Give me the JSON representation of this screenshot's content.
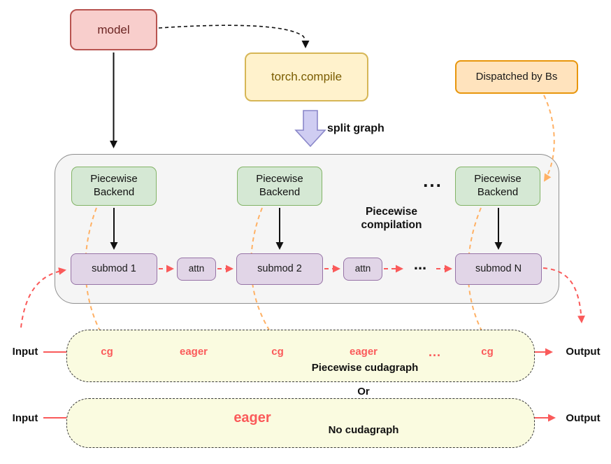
{
  "flow": {
    "model": "model",
    "torch_compile": "torch.compile",
    "split_graph_label": "split graph",
    "dispatched_label": "Dispatched by Bs",
    "backends": [
      "Piecewise Backend",
      "Piecewise Backend",
      "Piecewise Backend"
    ],
    "backend_ellipsis": "...",
    "compilation_label": "Piecewise compilation",
    "submods": [
      "submod 1",
      "submod 2",
      "submod N"
    ],
    "attn": [
      "attn",
      "attn"
    ],
    "submod_ellipsis": "..."
  },
  "piecewise_cudagraph": {
    "input": "Input",
    "output": "Output",
    "sequence": [
      "cg",
      "eager",
      "cg",
      "eager",
      "...",
      "cg"
    ],
    "label": "Piecewise cudagraph"
  },
  "or_label": "Or",
  "no_cudagraph": {
    "input": "Input",
    "output": "Output",
    "eager": "eager",
    "label": "No cudagraph"
  },
  "colors": {
    "model_fill": "#f8cecc",
    "model_border": "#b85450",
    "torch_fill": "#fff2cc",
    "torch_border": "#d6b656",
    "dispatched_fill": "#ffe3bd",
    "dispatched_border": "#e8960c",
    "backend_fill": "#d5e8d4",
    "backend_border": "#82b366",
    "submod_fill": "#e1d5e7",
    "submod_border": "#9673a6",
    "container_fill": "#f5f5f5",
    "region_fill": "#fafbe0",
    "red_accent": "#fa5a5a",
    "orange_accent": "#ffb165",
    "split_arrow_fill": "#cfcdf2",
    "split_arrow_border": "#8a87c9"
  }
}
